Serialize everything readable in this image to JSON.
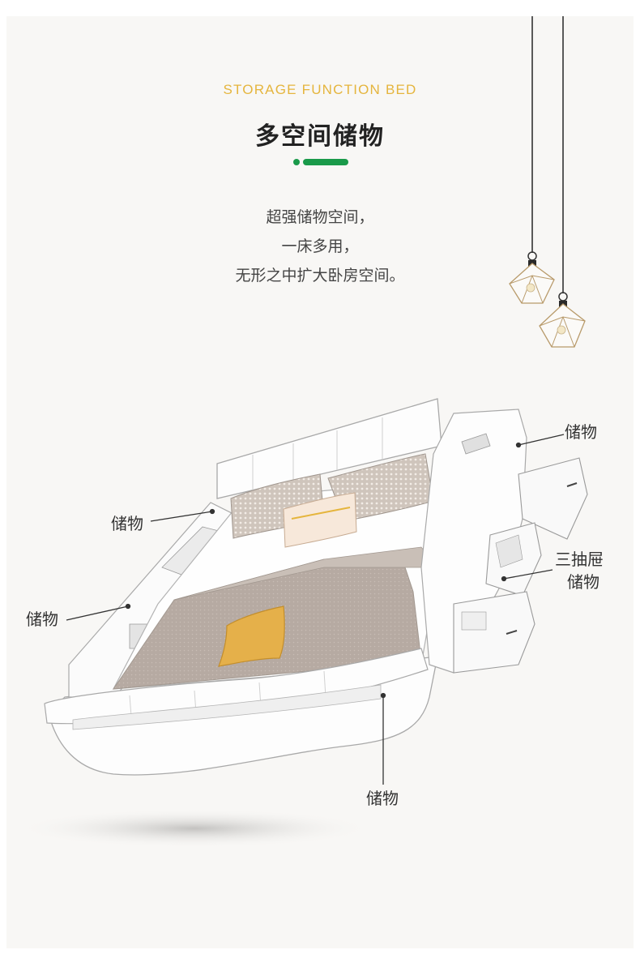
{
  "header": {
    "subtitle": "STORAGE FUNCTION BED",
    "title": "多空间储物"
  },
  "description": [
    "超强储物空间，",
    "一床多用，",
    "无形之中扩大卧房空间。"
  ],
  "callouts": {
    "right_top": "储物",
    "left_top": "储物",
    "left_bottom": "储物",
    "right_middle_line1": "三抽屉",
    "right_middle_line2": "储物",
    "bottom": "储物"
  },
  "colors": {
    "subtitle": "#e5b53d",
    "accent": "#1a9a4a",
    "text": "#333333"
  }
}
